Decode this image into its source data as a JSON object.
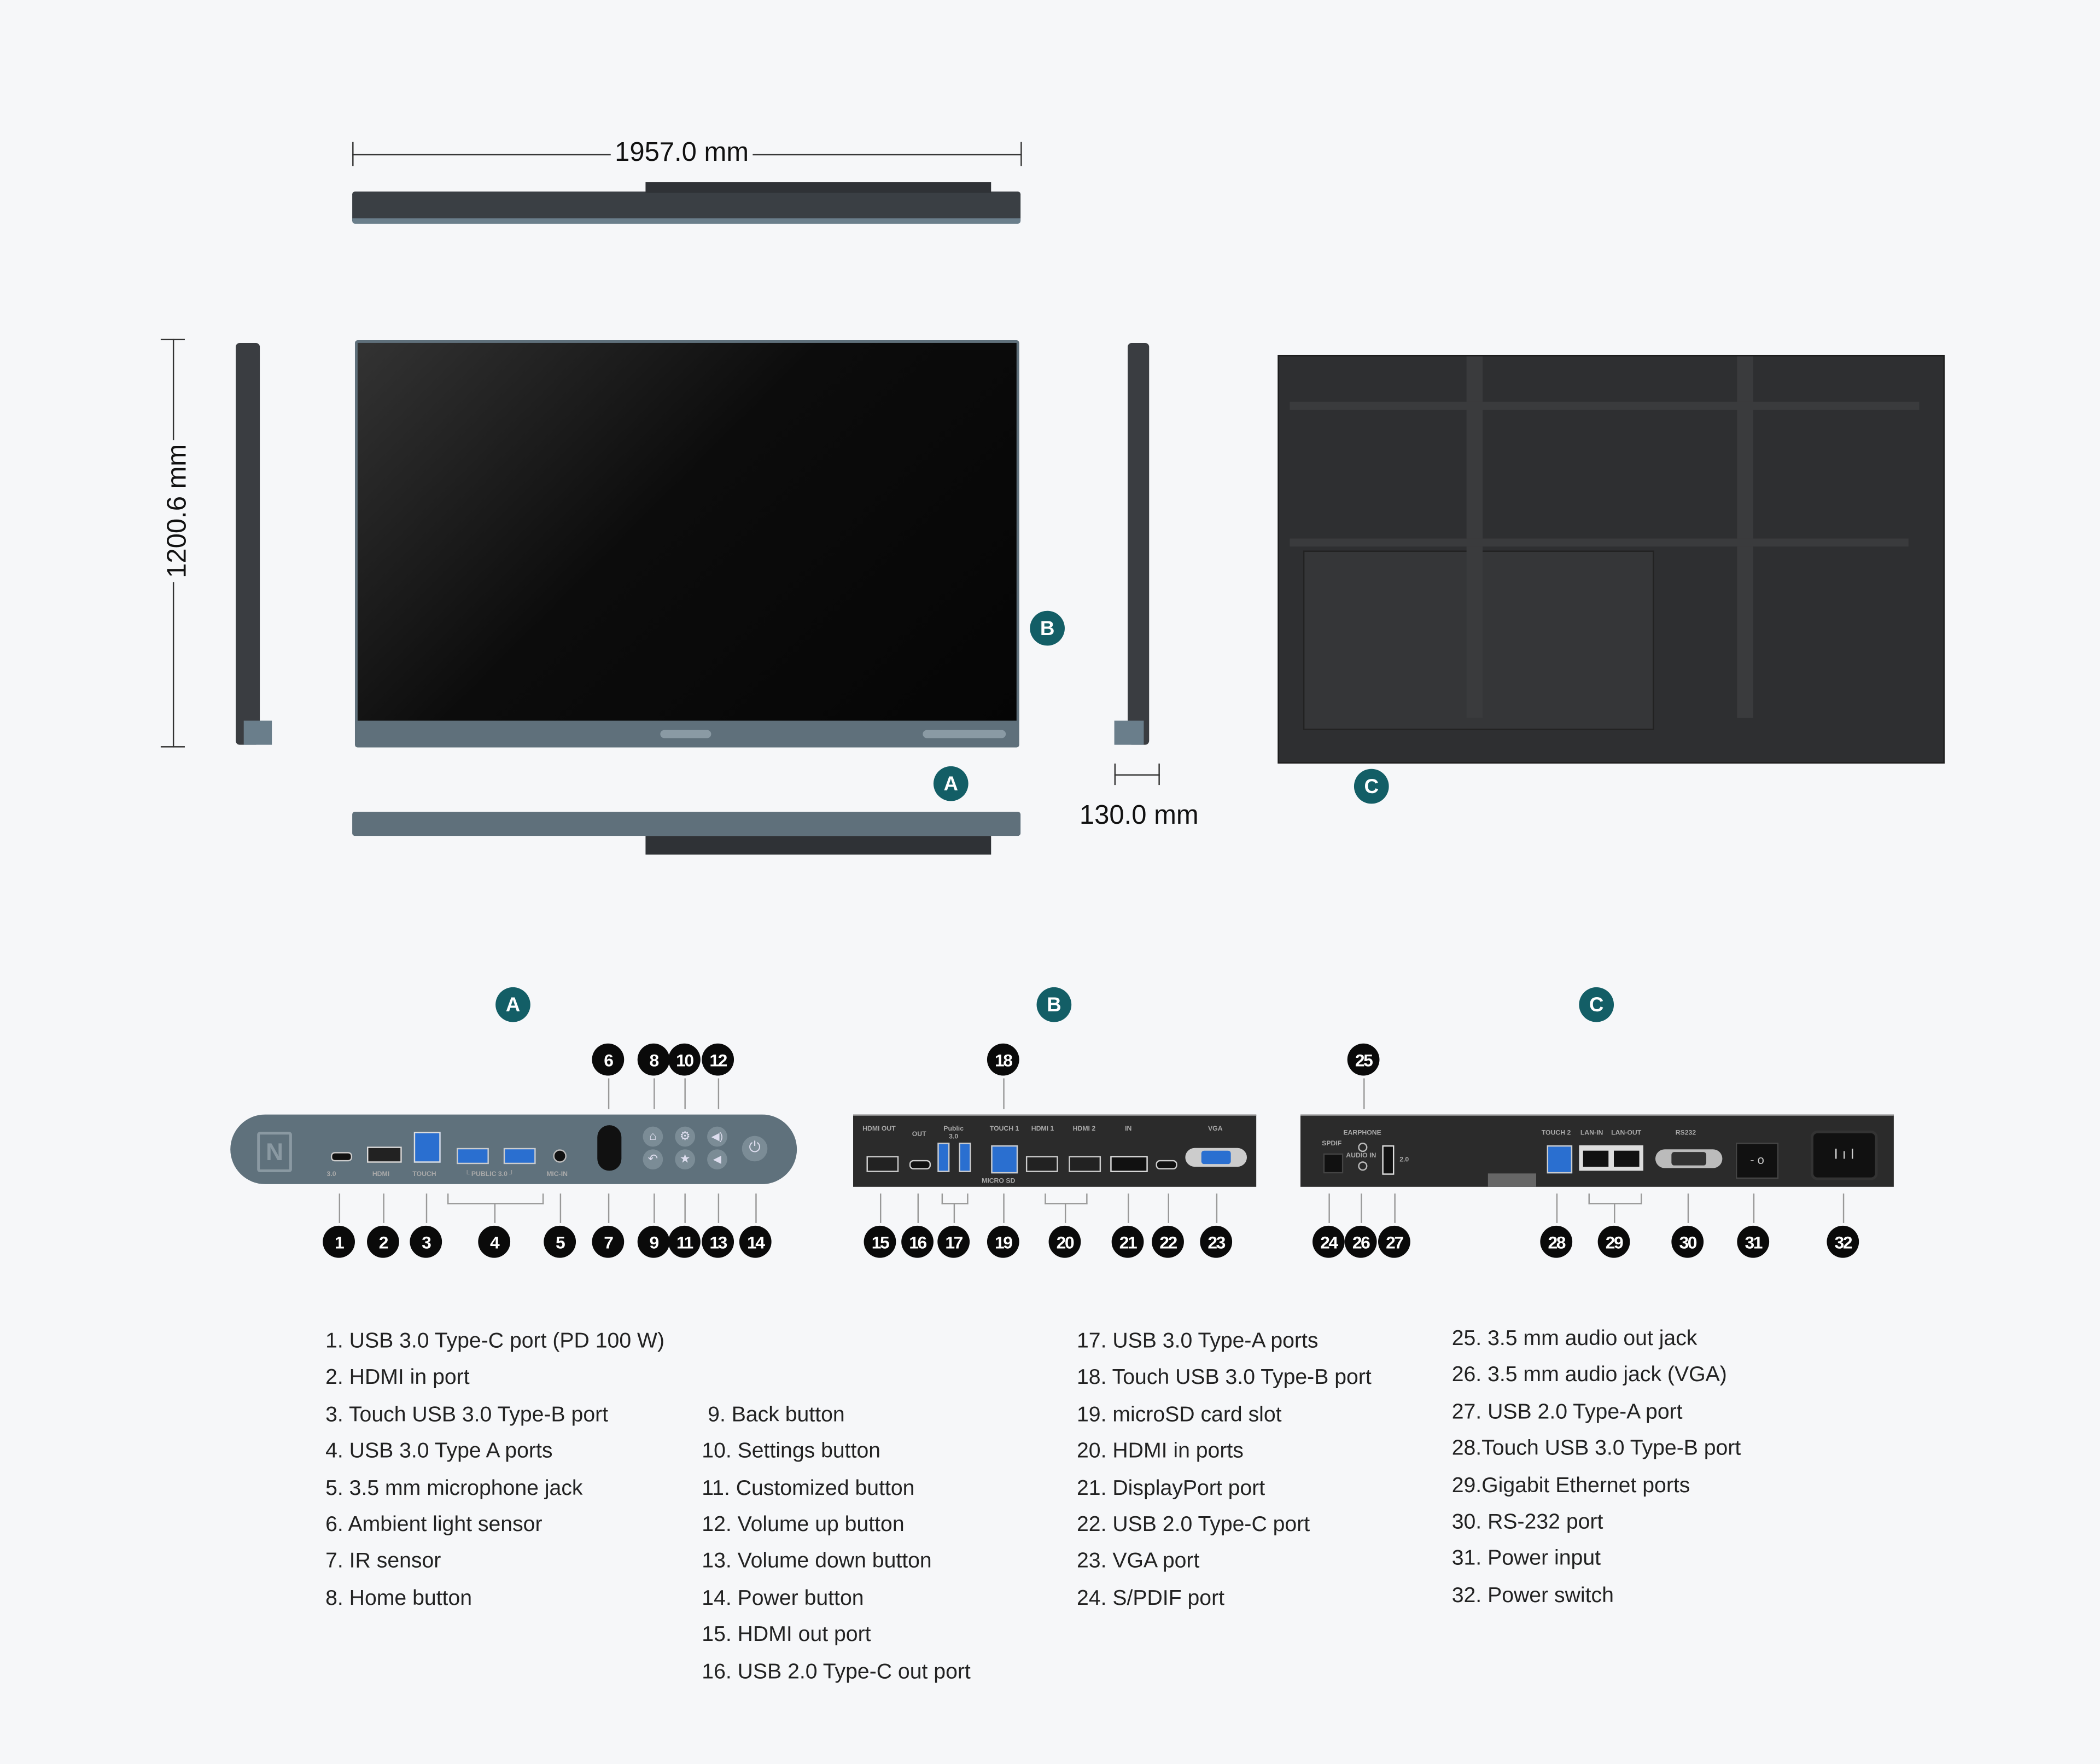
{
  "dimensions": {
    "width": "1957.0 mm",
    "height": "1200.6 mm",
    "depth": "130.0 mm"
  },
  "view_badges": {
    "bottom": "A",
    "side": "B",
    "back": "C"
  },
  "sections": [
    {
      "badge": "A",
      "port_labels": [
        "3.0",
        "HDMI",
        "TOUCH",
        "└ PUBLIC 3.0 ┘",
        "MIC-IN"
      ]
    },
    {
      "badge": "B",
      "port_labels": [
        "HDMI OUT",
        "OUT",
        "Public 3.0",
        "TOUCH 1",
        "HDMI 1",
        "HDMI 2",
        "IN",
        "VGA",
        "MICRO SD"
      ]
    },
    {
      "badge": "C",
      "port_labels": [
        "SPDIF",
        "EARPHONE",
        "AUDIO IN",
        "2.0",
        "TOUCH 2",
        "LAN-IN",
        "LAN-OUT",
        "RS232"
      ]
    }
  ],
  "markers": [
    "1",
    "2",
    "3",
    "4",
    "5",
    "6",
    "7",
    "8",
    "9",
    "10",
    "11",
    "12",
    "13",
    "14",
    "15",
    "16",
    "17",
    "18",
    "19",
    "20",
    "21",
    "22",
    "23",
    "24",
    "25",
    "26",
    "27",
    "28",
    "29",
    "30",
    "31",
    "32"
  ],
  "legend": [
    [
      "1. USB 3.0 Type-C port (PD 100 W)",
      "2. HDMI in port",
      "3. Touch USB 3.0 Type-B port",
      "4. USB 3.0 Type A ports",
      "5. 3.5 mm microphone jack",
      "6. Ambient light sensor",
      "7. IR sensor",
      "8. Home button"
    ],
    [
      " 9. Back button",
      "10. Settings button",
      "11. Customized button",
      "12. Volume up button",
      "13. Volume down button",
      "14. Power button",
      "15. HDMI out port",
      "16. USB 2.0 Type-C out port"
    ],
    [
      "17. USB 3.0 Type-A ports",
      "18. Touch USB 3.0 Type-B port",
      "19. microSD card slot",
      "20. HDMI in ports",
      "21. DisplayPort port",
      "22. USB 2.0 Type-C port",
      "23. VGA port",
      "24. S/PDIF port"
    ],
    [
      "25. 3.5 mm audio out jack",
      "26. 3.5 mm audio jack (VGA)",
      "27. USB 2.0 Type-A port",
      "28.Touch USB 3.0 Type-B port",
      "29.Gigabit Ethernet ports",
      "30. RS-232 port",
      "31. Power input",
      "32. Power switch"
    ]
  ],
  "colors": {
    "badge": "#135e66",
    "marker": "#0a0a0a",
    "front_panel": "#5f717c",
    "port_panel": "#2b2b2b"
  }
}
